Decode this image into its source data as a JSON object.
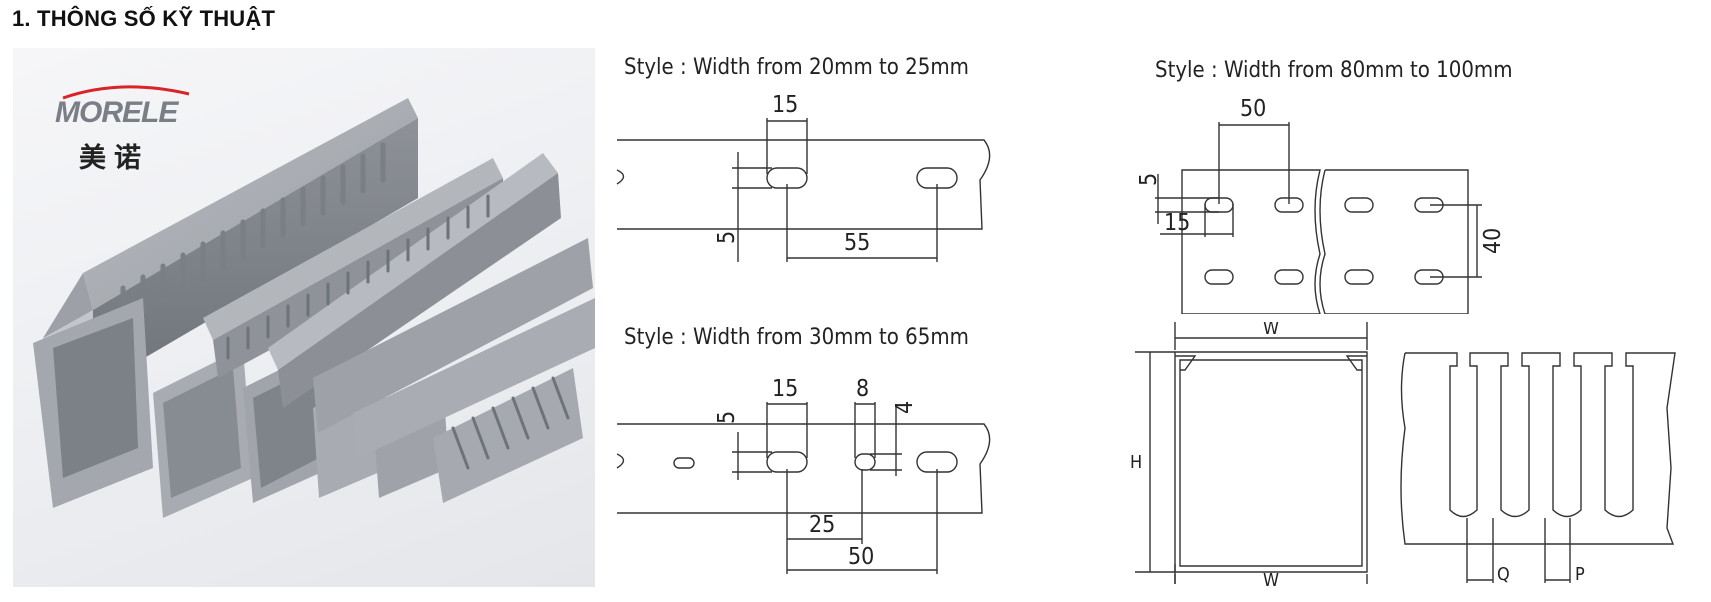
{
  "heading": "1. THÔNG SỐ KỸ THUẬT",
  "photo": {
    "brand_name": "MORELE",
    "brand_chinese": "美诺"
  },
  "diagram_a": {
    "style_label": "Style : Width from 20mm to 25mm",
    "dim_top": "15",
    "dim_side": "5",
    "dim_bottom": "55"
  },
  "diagram_b": {
    "style_label": "Style : Width from 30mm to 65mm",
    "dim_side": "5",
    "dim_top_15": "15",
    "dim_top_8": "8",
    "dim_side_4": "4",
    "dim_mid": "25",
    "dim_bottom": "50"
  },
  "diagram_c": {
    "style_label": "Style : Width from 80mm to 100mm",
    "dim_top": "50",
    "dim_side_5": "5",
    "dim_15": "15",
    "dim_right": "40"
  },
  "diagram_d": {
    "label_top": "W",
    "label_side": "H",
    "label_bottom": "W"
  },
  "diagram_e": {
    "label_q": "Q",
    "label_p": "P"
  }
}
